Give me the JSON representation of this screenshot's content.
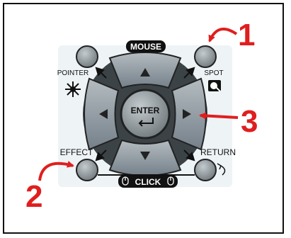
{
  "labels": {
    "mouse": "MOUSE",
    "pointer": "POINTER",
    "spot": "SPOT",
    "enter": "ENTER",
    "effect": "EFFECT",
    "return": "RETURN",
    "click": "CLICK"
  },
  "callouts": {
    "one": "1",
    "two": "2",
    "three": "3"
  },
  "colors": {
    "callout": "#e01e1e",
    "button_fill": "#8c9598",
    "panel_background": "#eef3f6"
  },
  "icons": [
    "up-arrow-icon",
    "down-arrow-icon",
    "left-arrow-icon",
    "right-arrow-icon",
    "starburst-icon",
    "spot-icon",
    "return-icon",
    "mouse-icon"
  ]
}
